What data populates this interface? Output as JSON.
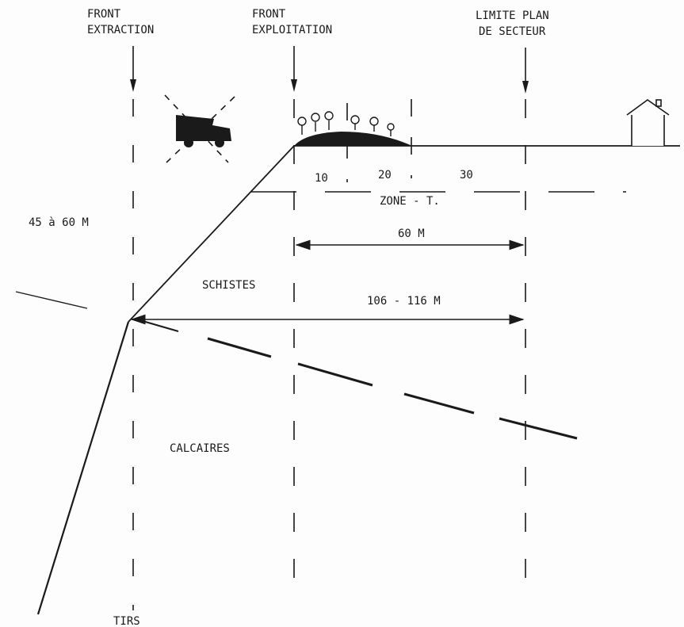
{
  "diagram": {
    "columns": {
      "front_extraction": [
        "FRONT",
        "EXTRACTION"
      ],
      "front_exploitation": [
        "FRONT",
        "EXPLOITATION"
      ],
      "limite_plan": [
        "LIMITE PLAN",
        "DE SECTEUR"
      ]
    },
    "zone_numbers": [
      "10",
      "20",
      "30"
    ],
    "zone_label": "ZONE - T.",
    "depth_label": "45 à 60 M",
    "distance_60": "60 M",
    "distance_106": "106 - 116 M",
    "layers": {
      "upper": "SCHISTES",
      "lower": "CALCAIRES"
    },
    "bottom_label": "TIRS",
    "icons": [
      "truck-icon",
      "trees-icon",
      "house-icon"
    ],
    "colors": {
      "ink": "#1a1a1a",
      "paper": "#fdfdfd"
    }
  }
}
